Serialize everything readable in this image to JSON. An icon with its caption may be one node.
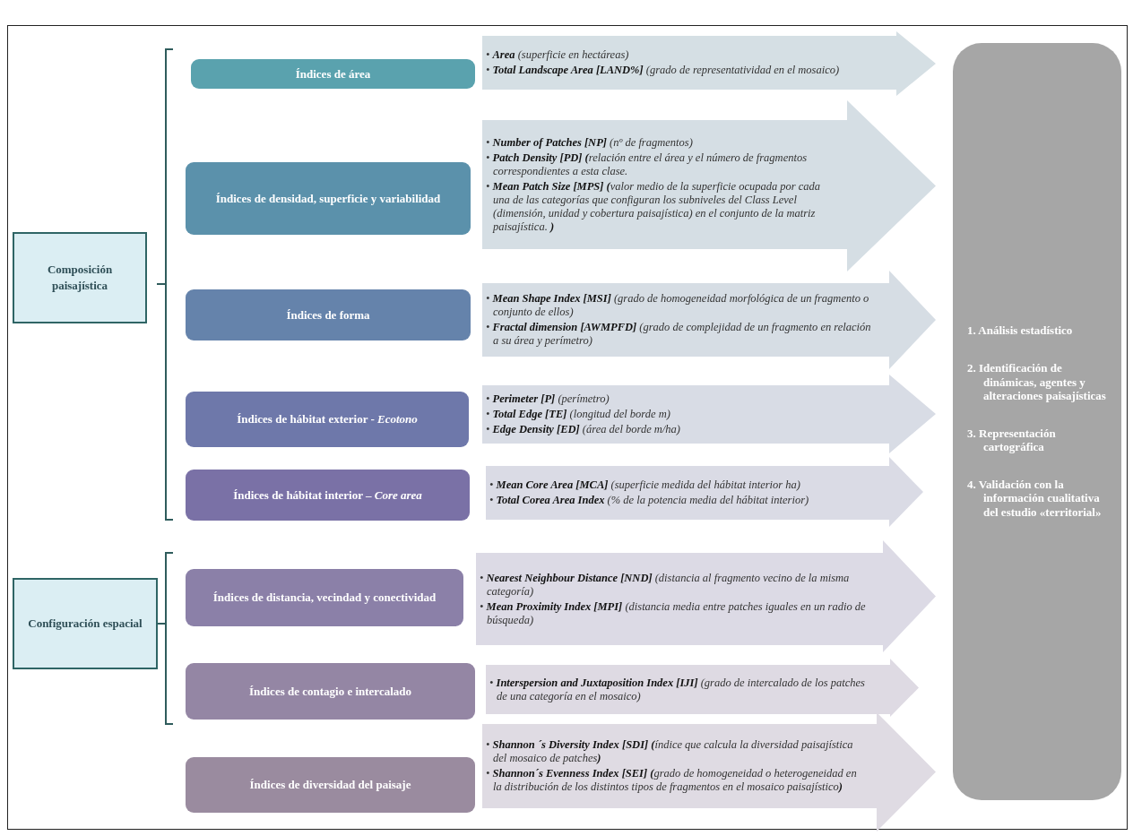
{
  "diagram": {
    "nodes": [
      {
        "text": [
          "Composición paisajística"
        ]
      },
      {
        "text": [
          "Configuración espacial"
        ]
      },
      {
        "text": [
          "Índices de área"
        ]
      },
      {
        "text": [
          "Índices de densidad, superficie y variabilidad"
        ]
      },
      {
        "text": [
          "Índices de forma"
        ]
      },
      {
        "text": [
          "Índices de hábitat exterior - *Ecotono*"
        ]
      },
      {
        "text": [
          "Índices de hábitat interior – *Core area*"
        ]
      },
      {
        "text": [
          "Índices de distancia, vecindad y conectividad"
        ]
      },
      {
        "text": [
          "Índices de contagio e intercalado"
        ]
      },
      {
        "text": [
          "Índices de diversidad del paisaje"
        ]
      },
      {
        "text": [
          "• **Area** (superficie en hectáreas)",
          "• **Total Landscape Area [LAND%]** (grado de representatividad en el mosaico)"
        ]
      },
      {
        "text": [
          "• **Number of Patches [NP]** (nº de fragmentos)",
          "• **Patch Density [PD] (**relación entre el área y el número de fragmentos correspondientes a esta clase.",
          "• **Mean Patch Size [MPS] (**valor medio de la superficie ocupada por cada una de las categorías que configuran los subniveles del Class Level (dimensión, unidad y cobertura paisajística) en el conjunto de la matriz paisajística. **)**"
        ]
      },
      {
        "text": [
          "• **Mean Shape Index [MSI]** (grado de homogeneidad morfológica de un fragmento o conjunto de ellos)",
          "• **Fractal dimension [AWMPFD]** (grado de complejidad de un fragmento en relación a su área y perímetro)"
        ]
      },
      {
        "text": [
          "• **Perimeter [P]** (perímetro)",
          "• **Total Edge [TE]** (longitud del borde m)",
          "• **Edge Density [ED]** (área del borde m/ha)"
        ]
      },
      {
        "text": [
          "• **Mean Core Area [MCA]** (superficie medida del hábitat interior ha)",
          "• **Total Corea Area Index** (% de la potencia media del hábitat interior)"
        ]
      },
      {
        "text": [
          "• **Nearest Neighbour Distance [NND]** (distancia al fragmento vecino de la misma categoría)",
          "• **Mean Proximity Index [MPI]** (distancia media entre patches iguales en un radio de búsqueda)"
        ]
      },
      {
        "text": [
          "• **Interspersion and Juxtaposition Index [IJI]** (grado de intercalado de los patches de una categoría en el mosaico)"
        ]
      },
      {
        "text": [
          "• **Shannon ´s Diversity Index [SDI] (**índice que calcula la diversidad paisajística del mosaico de patches**)**",
          "• **Shannon´s Evenness Index [SEI] (**grado de homogeneidad o heterogeneidad en la distribución de los distintos tipos de fragmentos en el mosaico paisajístico**)**"
        ]
      },
      {
        "text": [
          "1. Análisis estadístico",
          "2. Identificación de dinámicas, agentes y alteraciones paisajísticas",
          "3. Representación cartográfica",
          "4. Validación con la información cualitativa del estudio «territorial»"
        ]
      }
    ]
  }
}
